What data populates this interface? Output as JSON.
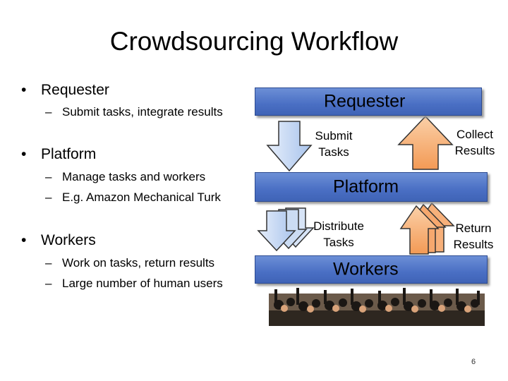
{
  "slide": {
    "title": "Crowdsourcing Workflow",
    "page_number": "6"
  },
  "bullets": [
    {
      "label": "Requester",
      "subs": [
        "Submit tasks, integrate results"
      ]
    },
    {
      "label": "Platform",
      "subs": [
        "Manage tasks and workers",
        "E.g. Amazon Mechanical Turk"
      ]
    },
    {
      "label": "Workers",
      "subs": [
        "Work on tasks, return results",
        "Large number of human users"
      ]
    }
  ],
  "diagram": {
    "bands": {
      "requester": "Requester",
      "platform": "Platform",
      "workers": "Workers"
    },
    "arrow_labels": {
      "submit_1": "Submit",
      "submit_2": "Tasks",
      "collect_1": "Collect",
      "collect_2": "Results",
      "distribute_1": "Distribute",
      "distribute_2": "Tasks",
      "return_1": "Return",
      "return_2": "Results"
    },
    "colors": {
      "band": "#4a6fc4",
      "down_arrow": "#c9dcf5",
      "up_arrow": "#f7b07a"
    }
  }
}
